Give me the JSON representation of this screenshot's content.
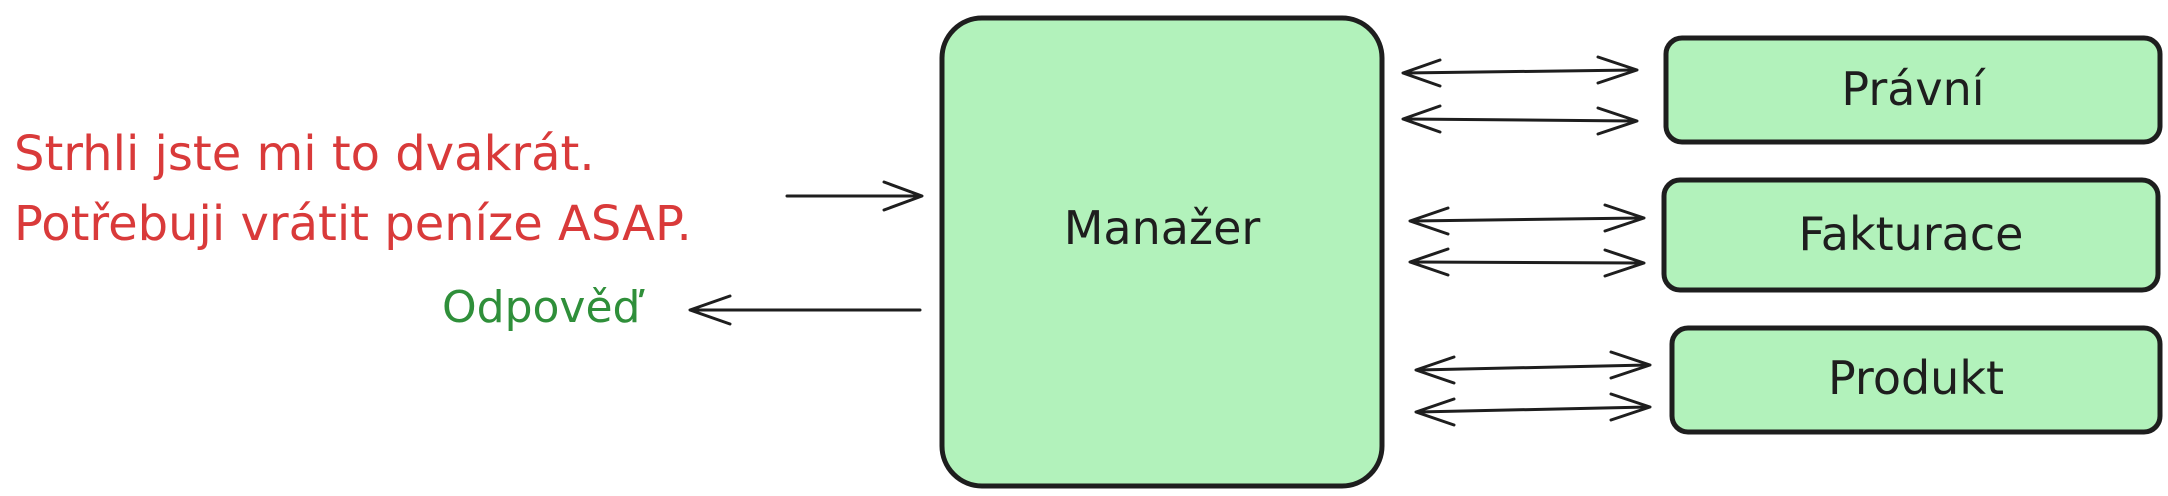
{
  "request": {
    "line1": "Strhli jste mi to dvakrát.",
    "line2": "Potřebuji vrátit peníze ASAP."
  },
  "response": {
    "label": "Odpověď"
  },
  "manager": {
    "label": "Manažer"
  },
  "agents": [
    {
      "label": "Právní"
    },
    {
      "label": "Fakturace"
    },
    {
      "label": "Produkt"
    }
  ],
  "colors": {
    "box_fill": "#b2f2bb",
    "stroke": "#1e1e1e",
    "request_text": "#d93a3a",
    "response_text": "#2f8f3a"
  }
}
